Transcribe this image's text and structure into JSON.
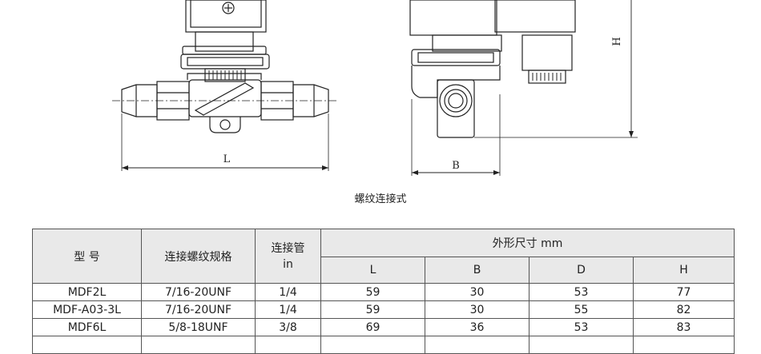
{
  "drawing": {
    "dim_L": "L",
    "dim_B": "B",
    "dim_H": "H"
  },
  "caption": "螺纹连接式",
  "table": {
    "header": {
      "model": "型 号",
      "thread": "连接螺纹规格",
      "pipe_line1": "连接管",
      "pipe_line2": "in",
      "dims_group": "外形尺寸 mm",
      "L": "L",
      "B": "B",
      "D": "D",
      "H": "H"
    },
    "rows": [
      {
        "model": "MDF2L",
        "thread": "7/16-20UNF",
        "pipe": "1/4",
        "L": "59",
        "B": "30",
        "D": "53",
        "H": "77"
      },
      {
        "model": "MDF-A03-3L",
        "thread": "7/16-20UNF",
        "pipe": "1/4",
        "L": "59",
        "B": "30",
        "D": "55",
        "H": "82"
      },
      {
        "model": "MDF6L",
        "thread": "5/8-18UNF",
        "pipe": "3/8",
        "L": "69",
        "B": "36",
        "D": "53",
        "H": "83"
      },
      {
        "model": "",
        "thread": "",
        "pipe": "",
        "L": "",
        "B": "",
        "D": "",
        "H": ""
      }
    ]
  }
}
